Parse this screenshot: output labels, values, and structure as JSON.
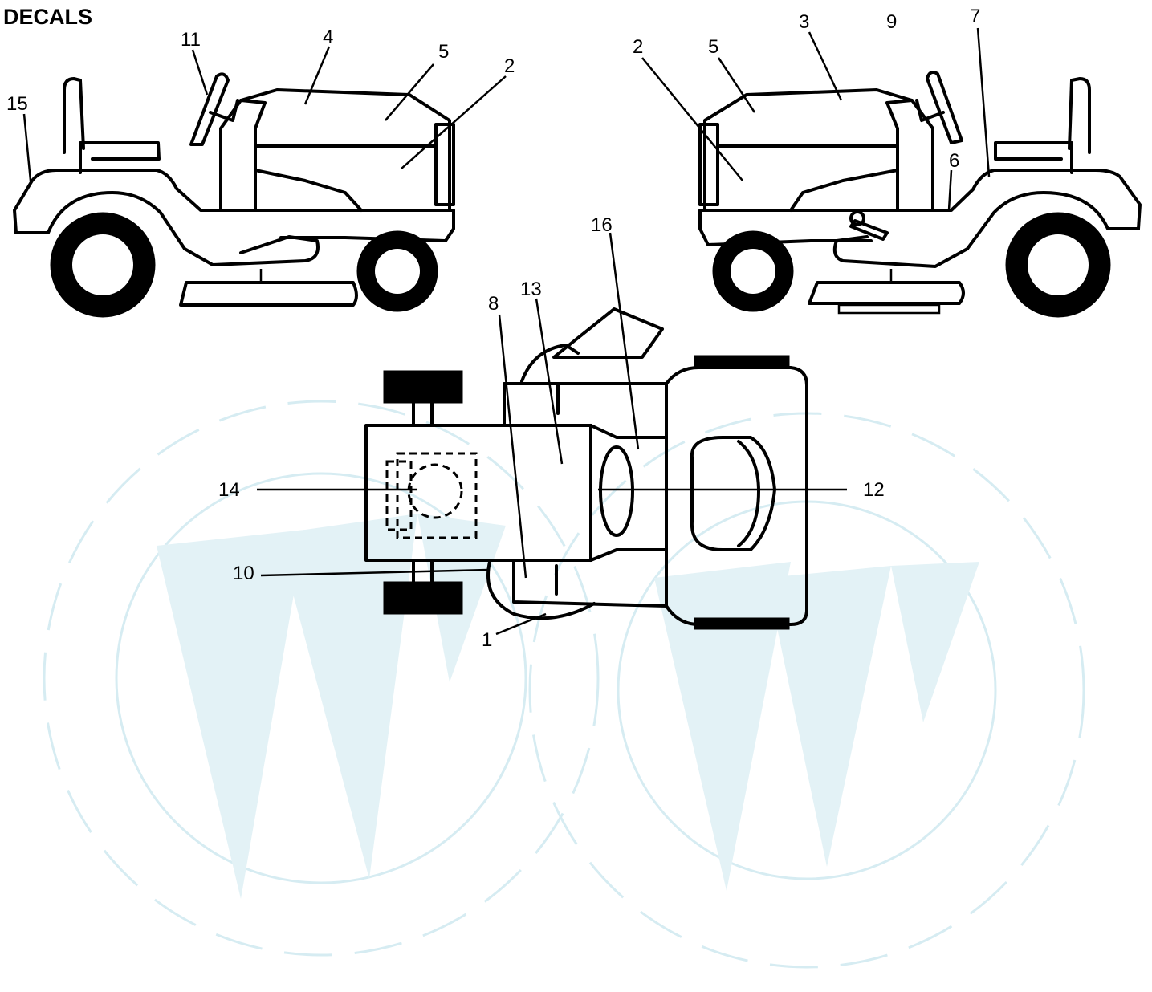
{
  "title": "DECALS",
  "watermark_color": "#dcf0f5",
  "callouts": {
    "left_view": [
      "15",
      "11",
      "4",
      "5",
      "2"
    ],
    "right_view": [
      "2",
      "5",
      "3",
      "9",
      "7",
      "6"
    ],
    "top_view": [
      "16",
      "13",
      "8",
      "14",
      "12",
      "10",
      "1"
    ]
  }
}
